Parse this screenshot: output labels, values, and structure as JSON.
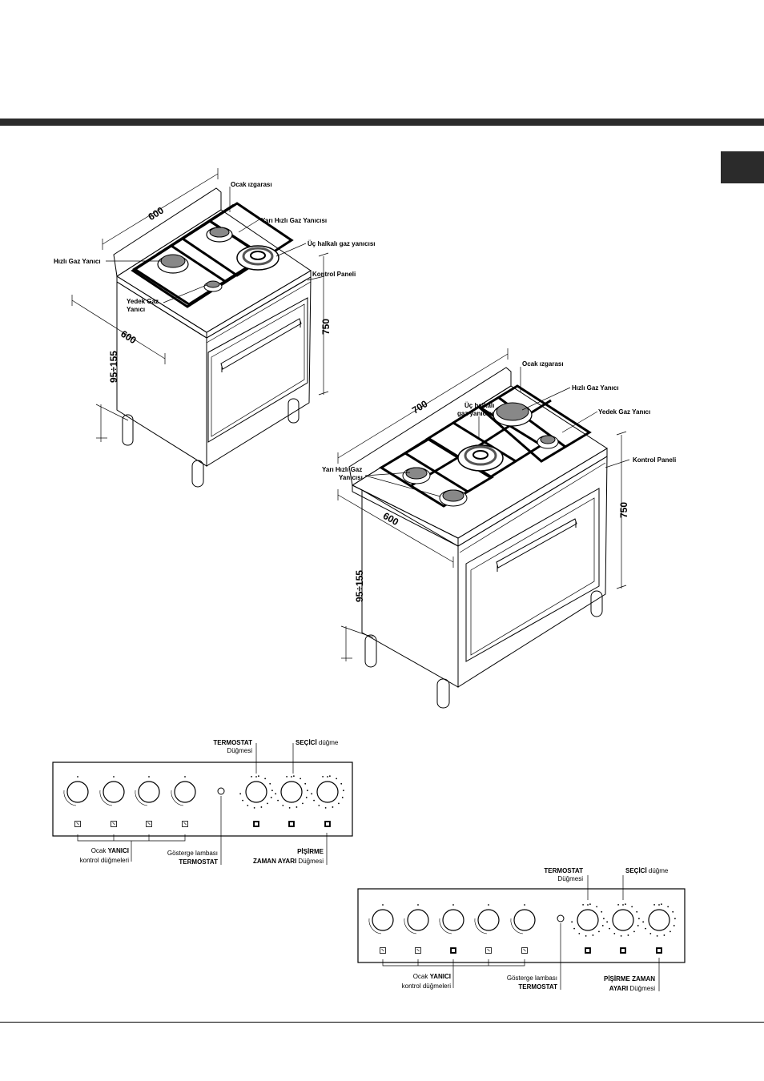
{
  "cooker_600": {
    "labels": {
      "ocak_izgarasi": "Ocak ızgarası",
      "yari_hizli": "Yarı Hızlı Gaz Yanıcısı",
      "uc_halkali": "Üç halkalı gaz yanıcısı",
      "hizli": "Hızlı Gaz Yanıcı",
      "kontrol_paneli": "Kontrol Paneli",
      "yedek_line1": "Yedek Gaz",
      "yedek_line2": "Yanıcı"
    },
    "dims": {
      "width": "600",
      "depth": "600",
      "height": "750",
      "legs": "95÷155"
    }
  },
  "cooker_700": {
    "labels": {
      "ocak_izgarasi": "Ocak ızgarası",
      "hizli": "Hızlı Gaz Yanıcı",
      "uc_line1": "Üç halkalı",
      "uc_line2": "gaz yanıcısı",
      "yedek": "Yedek Gaz Yanıcı",
      "yari_line1": "Yarı Hızlı Gaz",
      "yari_line2": "Yanıcısı",
      "kontrol_paneli": "Kontrol Paneli"
    },
    "dims": {
      "width": "700",
      "depth": "600",
      "height": "750",
      "legs": "95÷155"
    }
  },
  "panel_1": {
    "termostat_title": "TERMOSTAT",
    "termostat_sub": "Düğmesi",
    "secici_bold": "SEÇİCİ",
    "secici_rest": " düğme",
    "ocak_regular": "Ocak ",
    "ocak_bold": "YANICI",
    "ocak_line2": "kontrol düğmeleri",
    "gosterge_line1": "Gösterge lambası",
    "gosterge_line2": "TERMOSTAT",
    "pisirme_line1": "PİŞİRME",
    "pisirme_line2_bold": "ZAMAN AYARI",
    "pisirme_line2_rest": " Düğmesi"
  },
  "panel_2": {
    "termostat_title": "TERMOSTAT",
    "termostat_sub": "Düğmesi",
    "secici_bold": "SEÇİCİ",
    "secici_rest": " düğme",
    "ocak_regular": "Ocak ",
    "ocak_bold": "YANICI",
    "ocak_line2": "kontrol düğmeleri",
    "gosterge_line1": "Gösterge lambası",
    "gosterge_line2": "TERMOSTAT",
    "pisirme_line1": "PİŞİRME ZAMAN",
    "pisirme_line2_bold": "AYARI",
    "pisirme_line2_rest": " Düğmesi"
  }
}
